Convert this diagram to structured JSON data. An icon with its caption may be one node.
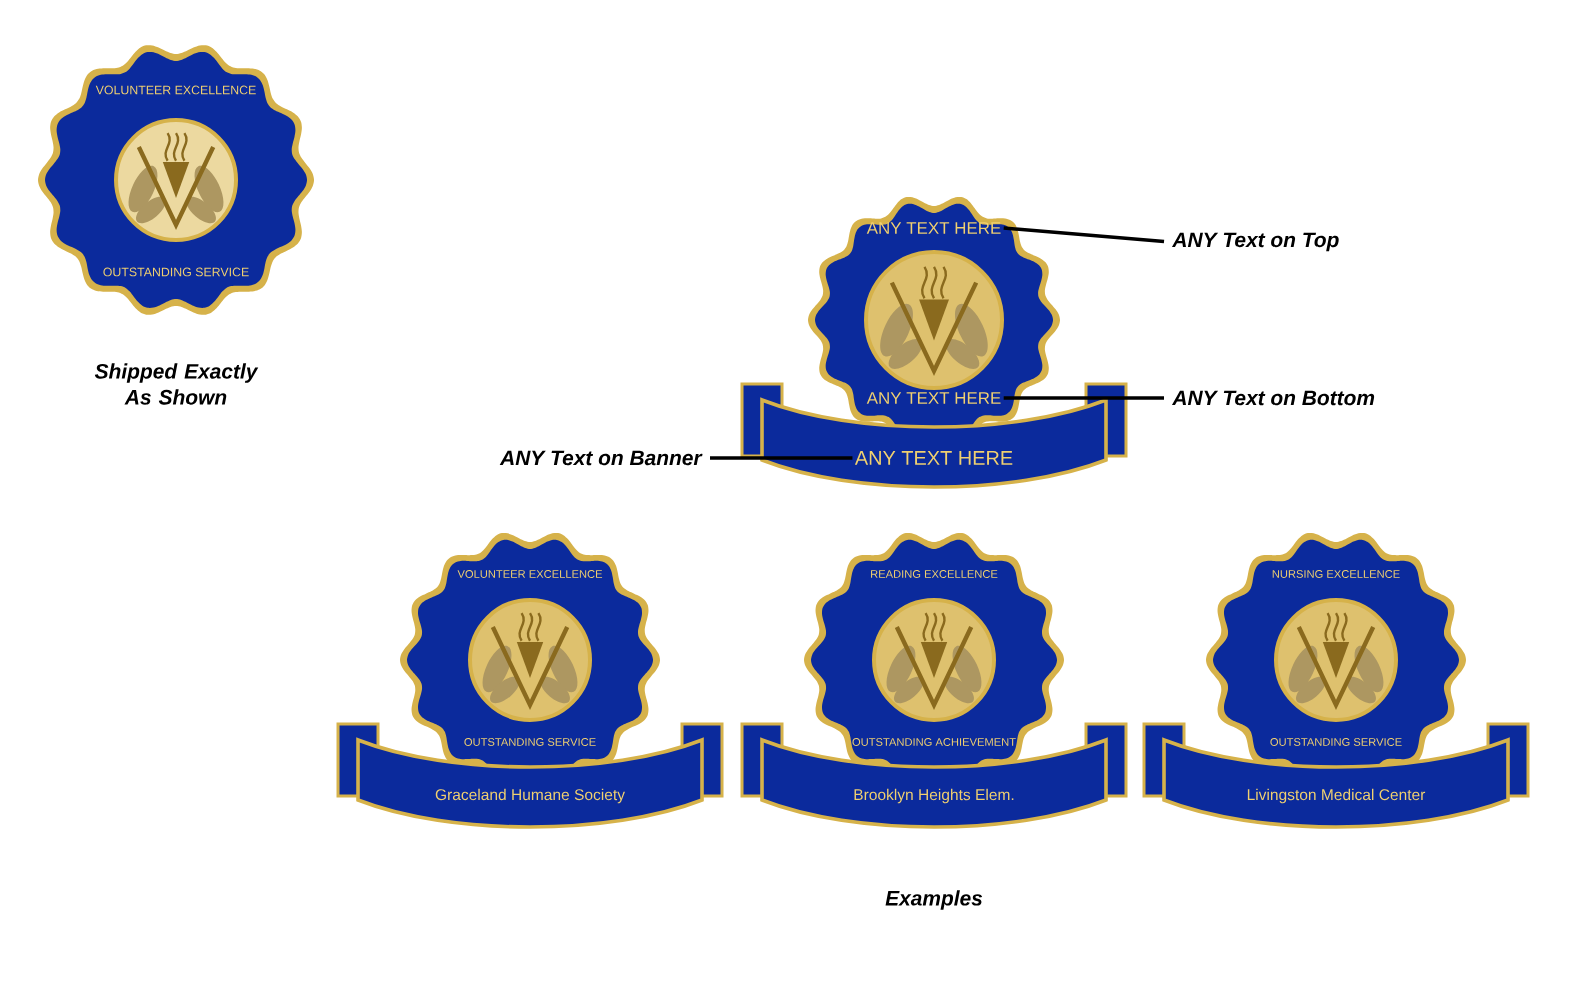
{
  "diagram": {
    "nodes": [
      {
        "text": [
          "ANY Text on Top"
        ]
      },
      {
        "text": [
          "ANY Text on Bottom"
        ]
      },
      {
        "text": [
          "ANY Text on Banner"
        ]
      },
      {
        "text": [
          "ANY TEXT HERE"
        ]
      },
      {
        "text": [
          "ANY TEXT HERE"
        ]
      },
      {
        "text": [
          "ANY TEXT HERE"
        ]
      }
    ],
    "edges": [
      {
        "from": 0,
        "to": 3,
        "arrow": "none"
      },
      {
        "from": 1,
        "to": 4,
        "arrow": "none"
      },
      {
        "from": 2,
        "to": 5,
        "arrow": "none"
      }
    ],
    "labels": [
      "VOLUNTEER EXCELLENCE",
      "OUTSTANDING SERVICE",
      "Shipped Exactly As Shown",
      "VOLUNTEER EXCELLENCE",
      "OUTSTANDING SERVICE",
      "Graceland Humane Society",
      "READING EXCELLENCE",
      "OUTSTANDING ACHIEVEMENT",
      "Brooklyn Heights Elem.",
      "NURSING EXCELLENCE",
      "OUTSTANDING SERVICE",
      "Livingston Medical Center",
      "Examples"
    ]
  }
}
